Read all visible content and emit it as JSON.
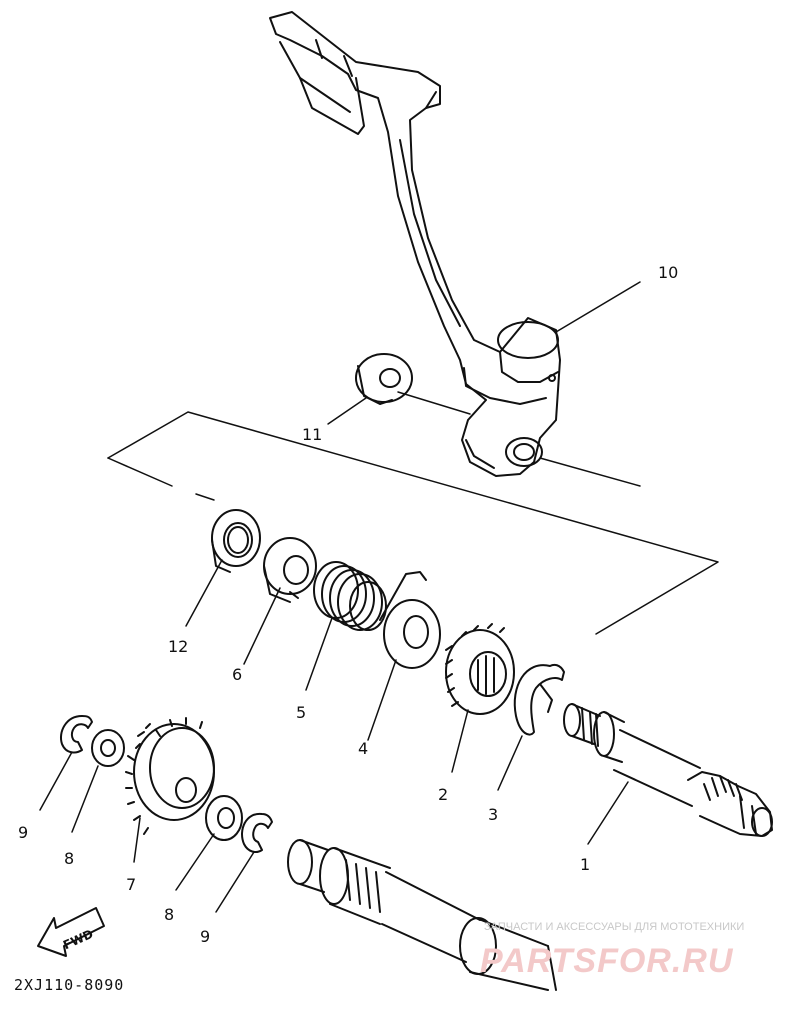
{
  "diagram": {
    "part_code": "2XJ110-8090",
    "fwd_label": "FWD",
    "callouts": [
      {
        "id": "1",
        "text": "1"
      },
      {
        "id": "2",
        "text": "2"
      },
      {
        "id": "3",
        "text": "3"
      },
      {
        "id": "4",
        "text": "4"
      },
      {
        "id": "5",
        "text": "5"
      },
      {
        "id": "6",
        "text": "6"
      },
      {
        "id": "7",
        "text": "7"
      },
      {
        "id": "8a",
        "text": "8"
      },
      {
        "id": "8b",
        "text": "8"
      },
      {
        "id": "9a",
        "text": "9"
      },
      {
        "id": "9b",
        "text": "9"
      },
      {
        "id": "10",
        "text": "10"
      },
      {
        "id": "11",
        "text": "11"
      },
      {
        "id": "12",
        "text": "12"
      }
    ]
  },
  "watermark": {
    "tagline": "ЗАПЧАСТИ И АКСЕССУАРЫ ДЛЯ МОТОТЕХНИКИ",
    "logo": "PARTSFOR.RU"
  }
}
